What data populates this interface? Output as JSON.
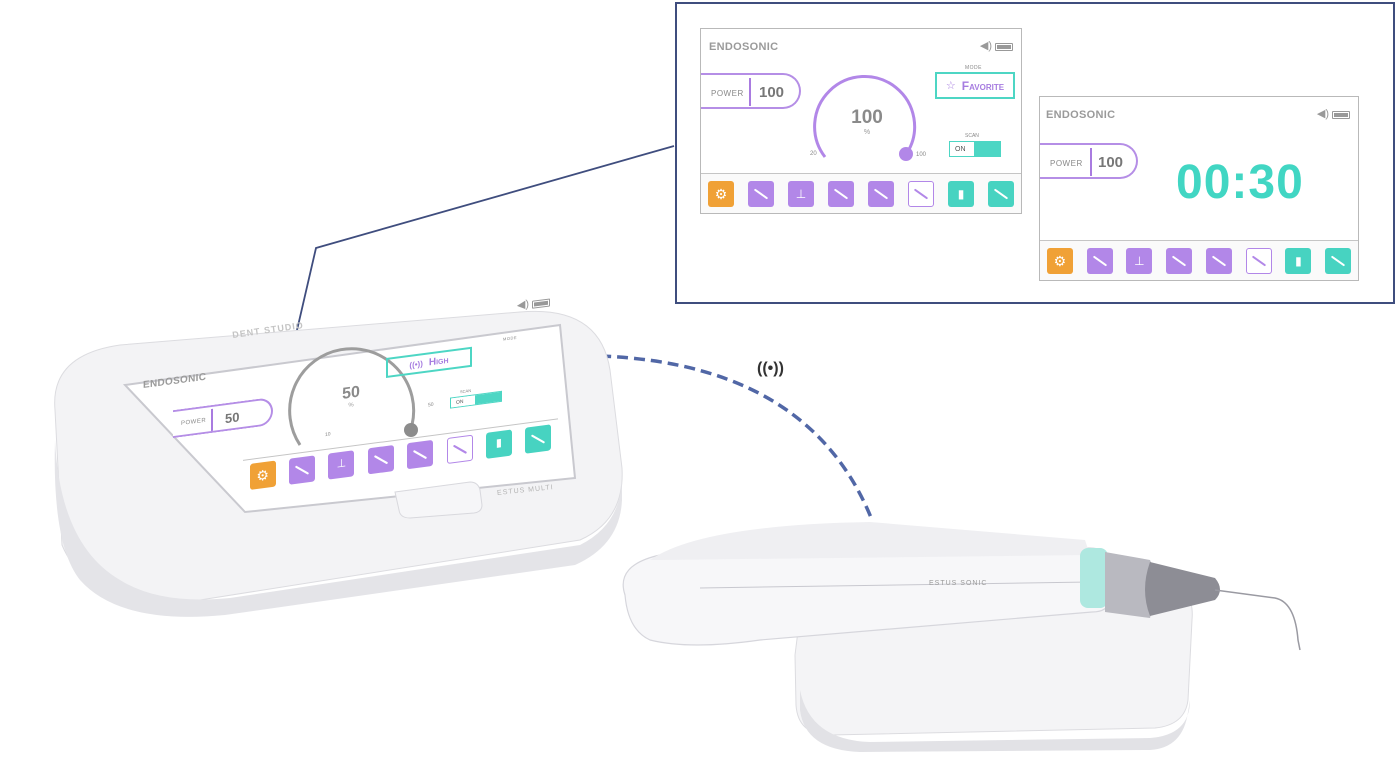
{
  "main_screen": {
    "title": "ENDOSONIC",
    "power_label": "POWER",
    "power_value": "100",
    "gauge_value": "100",
    "gauge_unit": "%",
    "gauge_min": "20",
    "gauge_max": "100",
    "gauge_level_fraction": 1.0,
    "mode_label": "MODE",
    "mode_value": "Favorite",
    "scan_label": "SCAN",
    "scan_state": "ON"
  },
  "timer_screen": {
    "title": "ENDOSONIC",
    "power_label": "POWER",
    "power_value": "100",
    "timer": "00:30"
  },
  "console_screen": {
    "title": "ENDOSONIC",
    "power_label": "POWER",
    "power_value": "50",
    "gauge_value": "50",
    "gauge_unit": "%",
    "gauge_min": "10",
    "gauge_max": "50",
    "mode_label": "MODE",
    "mode_value": "High",
    "scan_label": "SCAN",
    "scan_state": "ON"
  },
  "console": {
    "brand_model": "ESTUS MULTI",
    "logo_text": "DENT STUDIO"
  },
  "handpiece": {
    "model": "ESTUS SONIC"
  },
  "toolbar_icons": [
    "gear-icon",
    "handpiece-icon",
    "tooth-root-icon",
    "file-icon",
    "file-icon",
    "file-outline-icon",
    "tooth-icon",
    "scaler-icon"
  ],
  "colors": {
    "accent_purple": "#b287e8",
    "accent_teal": "#47d3c1",
    "accent_orange": "#f0a136",
    "frame_navy": "#3f4d7e"
  }
}
